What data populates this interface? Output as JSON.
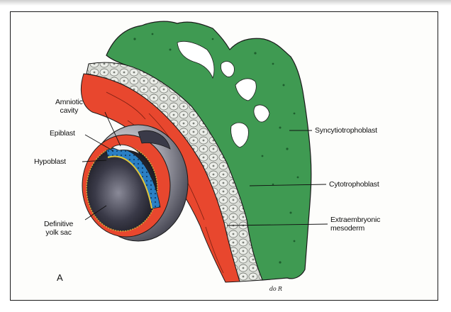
{
  "figure": {
    "panel_letter": "A",
    "signature": "do R",
    "labels": {
      "amniotic_cavity": "Amniotic\ncavity",
      "epiblast": "Epiblast",
      "hypoblast": "Hypoblast",
      "definitive_yolk_sac": "Definitive\nyolk sac",
      "syncytiotrophoblast": "Syncytiotrophoblast",
      "cytotrophoblast": "Cytotrophoblast",
      "extraembryonic_mesoderm": "Extraembryonic\nmesoderm"
    }
  },
  "colors": {
    "syncytiotrophoblast": "#3f9a52",
    "cytotrophoblast": "#d9dcd6",
    "mesoderm": "#e8472e",
    "epiblast": "#2a7fc4",
    "yolk_sac_dark": "#222230",
    "outline": "#1a1a1a"
  }
}
